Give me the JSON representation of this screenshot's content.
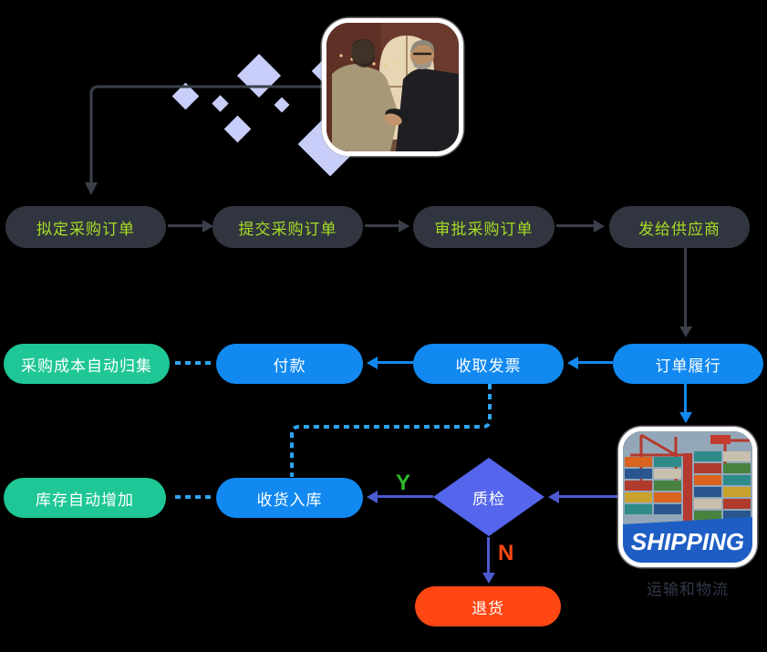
{
  "top_row": {
    "steps": [
      "拟定采购订单",
      "提交采购订单",
      "审批采购订单",
      "发给供应商"
    ]
  },
  "middle_row": {
    "collect": "采购成本自动归集",
    "payment": "付款",
    "invoice": "收取发票",
    "fulfillment": "订单履行"
  },
  "bottom_row": {
    "stock": "库存自动增加",
    "receive": "收货入库",
    "inspection": "质检",
    "yes_label": "Y",
    "no_label": "N"
  },
  "return_node": {
    "label": "退货"
  },
  "shipping": {
    "banner": "SHIPPING",
    "caption": "运输和物流"
  },
  "colors": {
    "background": "#000000",
    "dark_node_bg": "#31353F",
    "dark_node_text": "#A6DC25",
    "dark_arrow": "#3A3F4A",
    "blue_node": "#1189F1",
    "green_node": "#1EC795",
    "dotted_line": "#2FA4F1",
    "indigo_arrow": "#4C5BD0",
    "decision_diamond": "#5566EC",
    "yes_label": "#2EB92E",
    "no_label": "#FF4712",
    "return_node": "#FF4714",
    "deco_diamond": "#C8CDF9",
    "caption_text": "#323848"
  }
}
